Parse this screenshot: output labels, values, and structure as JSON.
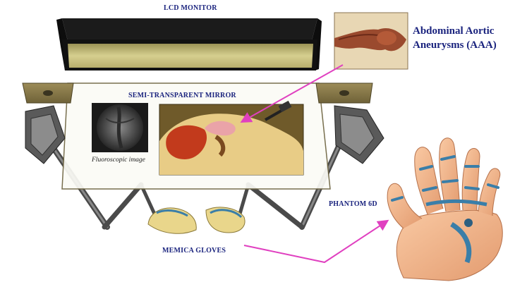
{
  "labels": {
    "lcd_monitor": "LCD MONITOR",
    "semi_transparent_mirror": "SEMI-TRANSPARENT MIRROR",
    "aaa_line1": "Abdominal Aortic",
    "aaa_line2": "Aneurysms (AAA)",
    "fluoroscopic_image": "Fluoroscopic image",
    "phantom": "PHANTOM 6D",
    "memica_gloves": "MEMICA GLOVES"
  },
  "colors": {
    "label_text": "#1a237e",
    "arrow": "#e040c0",
    "monitor_screen": "#c9c27a",
    "monitor_frame": "#111111",
    "frame_wood": "#8a7b4c",
    "skin": "#f2b48a",
    "glove_blue": "#3a7ea8"
  }
}
